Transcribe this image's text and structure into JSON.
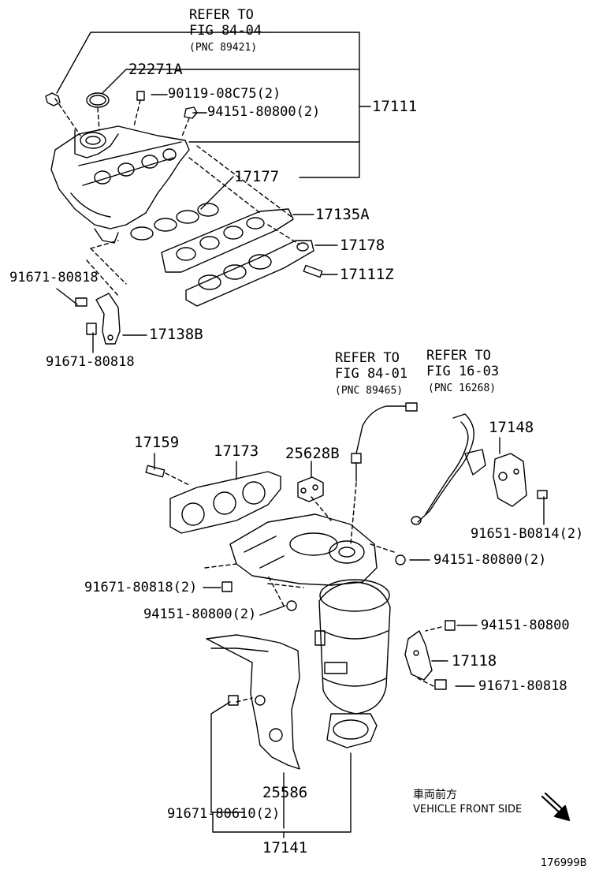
{
  "refs": {
    "fig_84_04": {
      "line1": "REFER TO",
      "line2": "FIG 84-04",
      "pnc": "(PNC 89421)"
    },
    "fig_84_01": {
      "line1": "REFER TO",
      "line2": "FIG 84-01",
      "pnc": "(PNC 89465)"
    },
    "fig_16_03": {
      "line1": "REFER TO",
      "line2": "FIG 16-03",
      "pnc": "(PNC 16268)"
    }
  },
  "parts": {
    "p22271A": "22271A",
    "p90119": "90119-08C75(2)",
    "p94151_top": "94151-80800(2)",
    "p17111": "17111",
    "p17177": "17177",
    "p17135A": "17135A",
    "p17178": "17178",
    "p17111Z": "17111Z",
    "p91671_a": "91671-80818",
    "p17138B": "17138B",
    "p91671_b": "91671-80818",
    "p17159": "17159",
    "p17173": "17173",
    "p25628B": "25628B",
    "p17148": "17148",
    "p91651": "91651-B0814(2)",
    "p94151_mid": "94151-80800(2)",
    "p91671_c": "91671-80818(2)",
    "p94151_low": "94151-80800(2)",
    "p94151_single": "94151-80800",
    "p17118": "17118",
    "p91671_d": "91671-80818",
    "p25586": "25586",
    "p91671_80610": "91671-80610(2)",
    "p17141": "17141"
  },
  "footer": {
    "jp_caption": "車両前方",
    "en_caption": "VEHICLE FRONT SIDE",
    "diagram_id": "176999B"
  }
}
